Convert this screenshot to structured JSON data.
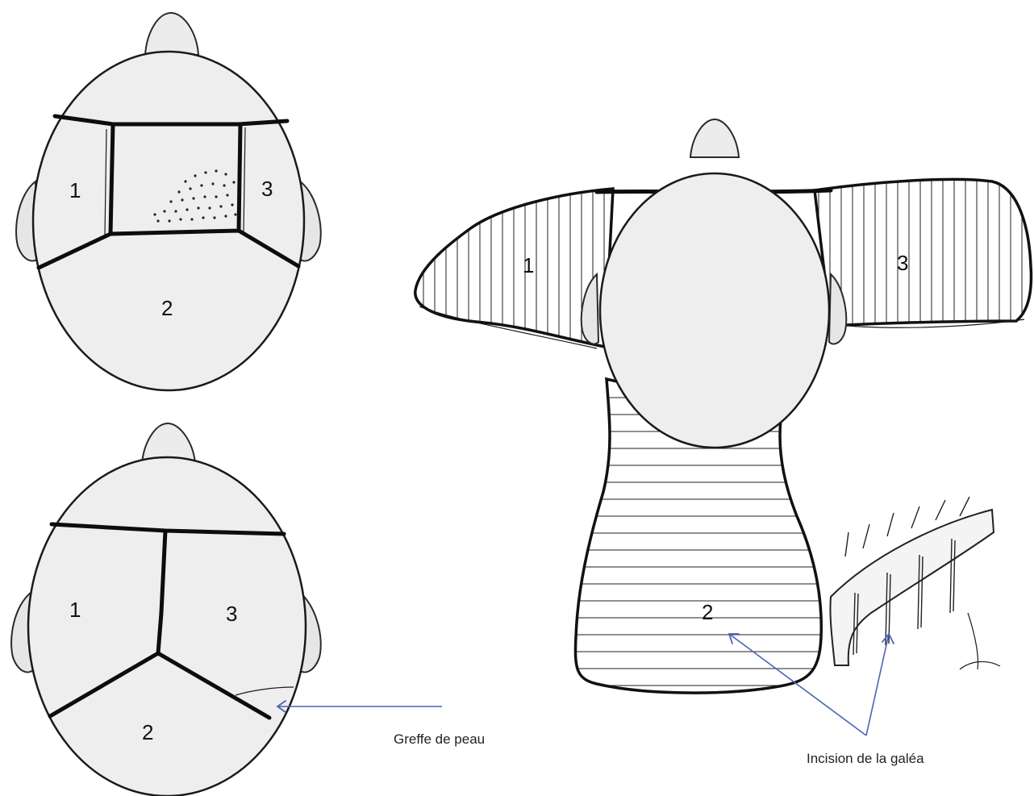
{
  "figure": {
    "top_left_head": {
      "labels": [
        "1",
        "2",
        "3"
      ]
    },
    "bottom_left_head": {
      "labels": [
        "1",
        "2",
        "3"
      ],
      "annotation": "Greffe de peau"
    },
    "right_head": {
      "labels": [
        "1",
        "2",
        "3"
      ],
      "annotation": "Incision de la galéa"
    }
  },
  "colors": {
    "outline": "#1a1a1a",
    "skin": "#eeeeee",
    "arrow": "#4a63b5"
  }
}
